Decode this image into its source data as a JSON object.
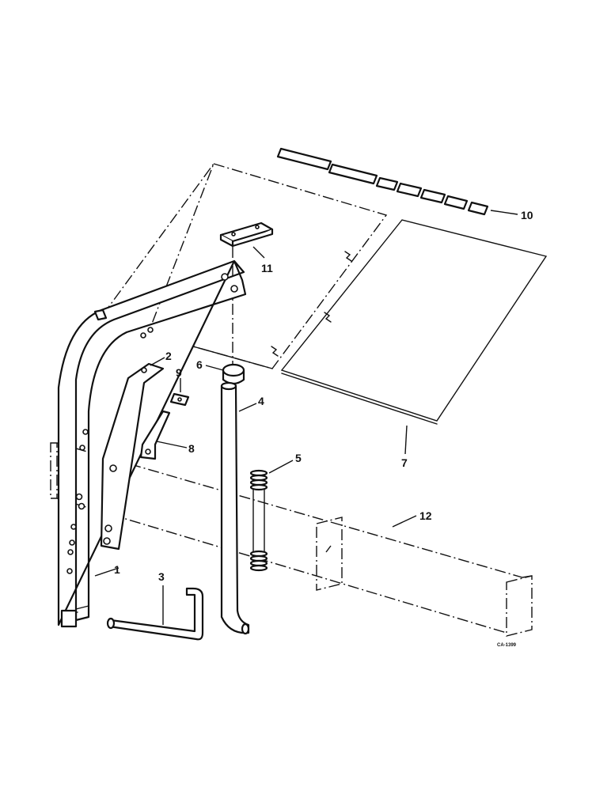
{
  "diagram": {
    "callouts": {
      "part_1": "1",
      "part_2": "2",
      "part_3": "3",
      "part_4": "4",
      "part_5": "5",
      "part_6": "6",
      "part_7": "7",
      "part_8": "8",
      "part_9": "9",
      "part_10": "10",
      "part_11": "11",
      "part_12": "12"
    },
    "drawing_code": "CA-1399"
  }
}
